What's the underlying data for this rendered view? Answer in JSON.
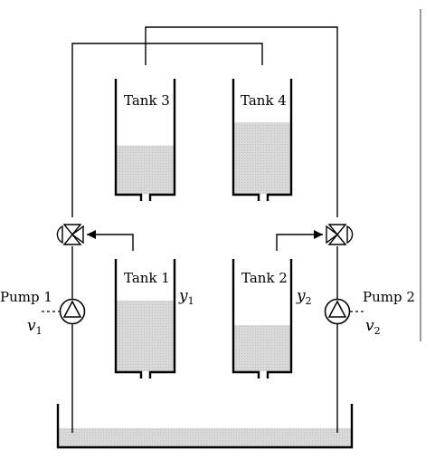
{
  "tanks": {
    "tank1": {
      "label": "Tank 1",
      "output": "y",
      "output_sub": "1",
      "level": 0.63
    },
    "tank2": {
      "label": "Tank 2",
      "output": "y",
      "output_sub": "2",
      "level": 0.41
    },
    "tank3": {
      "label": "Tank 3",
      "level": 0.42
    },
    "tank4": {
      "label": "Tank 4",
      "level": 0.62
    }
  },
  "pumps": {
    "pump1": {
      "label": "Pump 1",
      "input": "v",
      "input_sub": "1"
    },
    "pump2": {
      "label": "Pump 2",
      "input": "v",
      "input_sub": "2"
    }
  },
  "reservoir": {
    "level": 0.43
  },
  "colors": {
    "line": "#000000",
    "water": "#d6d6d6",
    "background": "#ffffff"
  }
}
